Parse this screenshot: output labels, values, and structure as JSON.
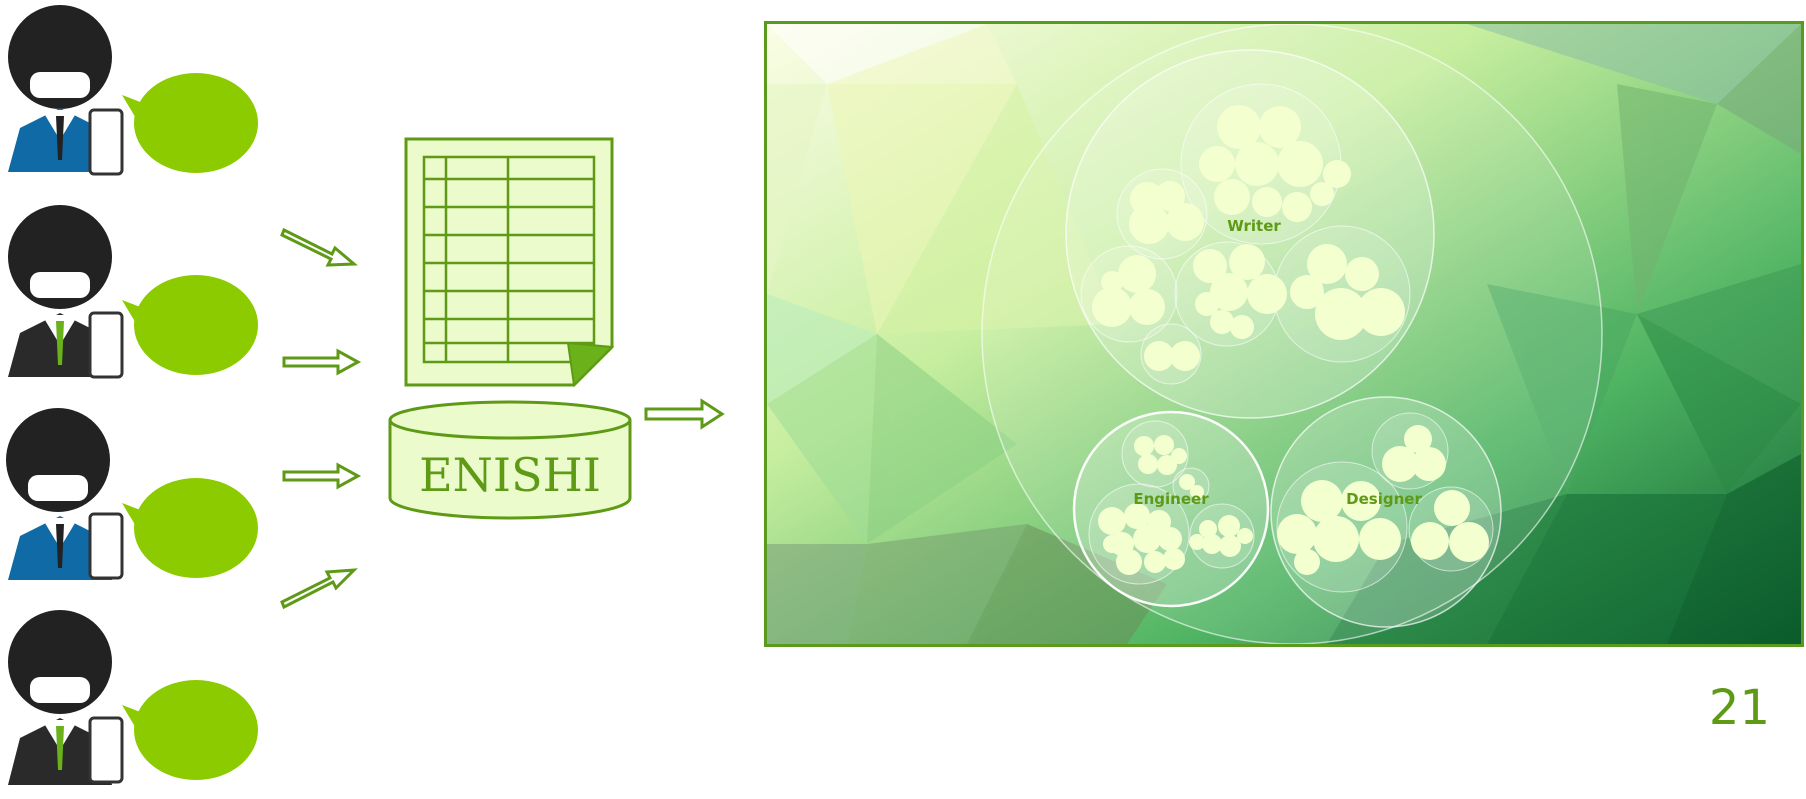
{
  "database": {
    "label": "ENISHI"
  },
  "bubble_chart": {
    "clusters": [
      {
        "label": "Writer"
      },
      {
        "label": "Engineer"
      },
      {
        "label": "Designer"
      }
    ]
  },
  "page_number": "21",
  "colors": {
    "accent_green": "#8ccb00",
    "outline_green": "#5e9a16",
    "doc_fill": "#ecfbcc",
    "suit_blue": "#0f6aa5",
    "suit_black": "#2a2a2a",
    "tie_green": "#6bb21a",
    "head": "#222222"
  },
  "people": [
    {
      "suit": "blue",
      "tie": "black"
    },
    {
      "suit": "black",
      "tie": "green"
    },
    {
      "suit": "blue",
      "tie": "black"
    },
    {
      "suit": "black",
      "tie": "green"
    }
  ]
}
